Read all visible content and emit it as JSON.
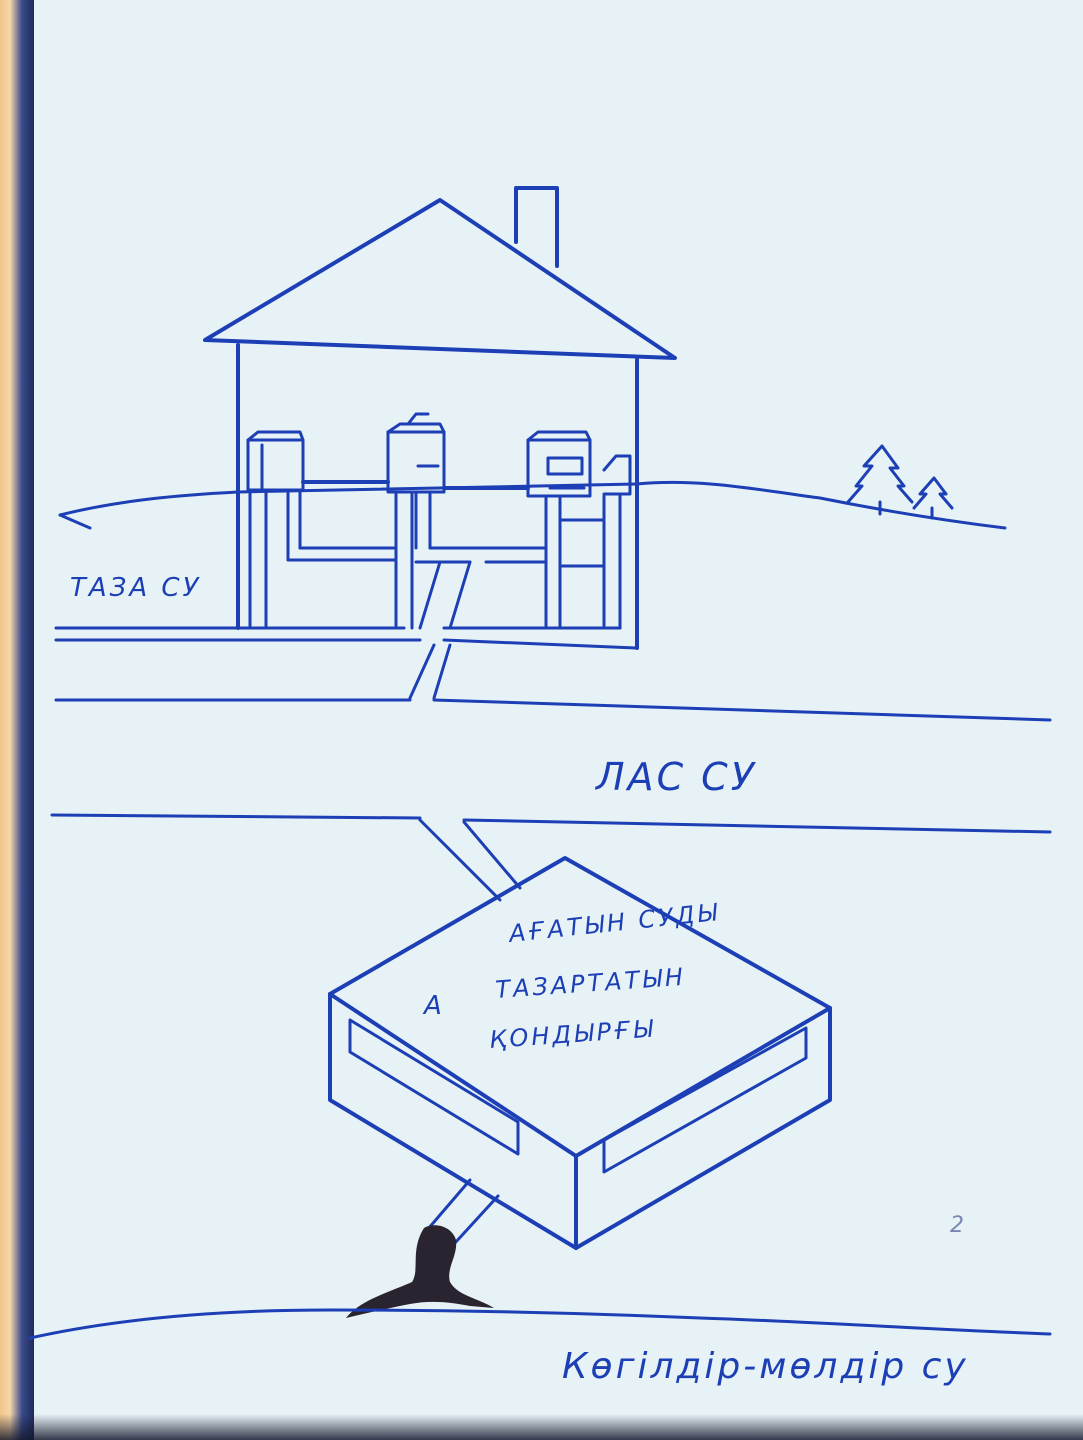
{
  "labels": {
    "clean_water": "ТАЗА СУ",
    "dirty_water": "ЛАС СУ",
    "treatment_line1": "АҒАТЫН СУДЫ",
    "treatment_line2": "ТАЗАРТАТЫН",
    "treatment_line3": "ҚОНДЫРҒЫ",
    "marker": "А",
    "bottom_caption": "Көгілдір-мөлдір су",
    "page_number": "2"
  },
  "colors": {
    "ink": "#1d3fb5",
    "paper": "#e7f2f6",
    "sludge": "#2a2330"
  }
}
